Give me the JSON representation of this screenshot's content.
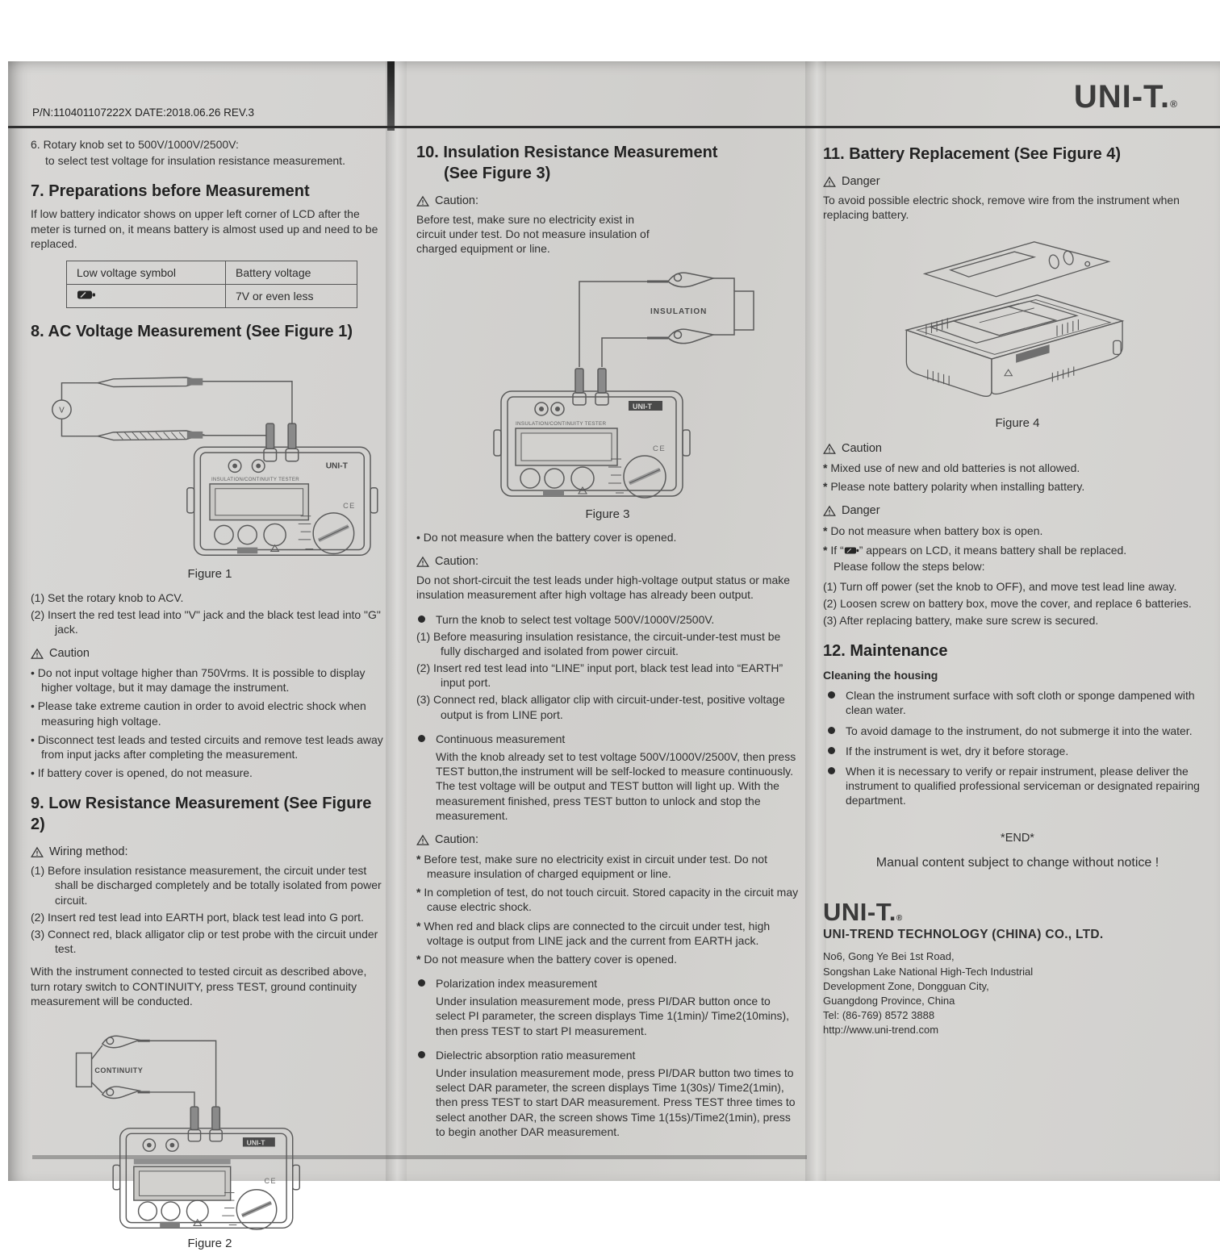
{
  "header": {
    "pn": "P/N:110401107222X  DATE:2018.06.26  REV.3",
    "brand": "UNI-T.",
    "reg": "®"
  },
  "fig": {
    "f1": "Figure 1",
    "f2": "Figure 2",
    "f3": "Figure 3",
    "f4": "Figure 4",
    "insulation_label": "INSULATION",
    "continuity_label": "CONTINUITY",
    "meter_title": "INSULATION/CONTINUITY TESTER",
    "meter_brand": "UNI-T",
    "ce_mark": "CE",
    "voltmeter_symbol": "V"
  },
  "c1": {
    "item6a": "6. Rotary knob set to 500V/1000V/2500V:",
    "item6b": "to select test voltage for insulation resistance measurement.",
    "h7": "7. Preparations before Measurement",
    "p7": "If low battery indicator shows on upper left corner of LCD after the meter is turned on, it means battery is almost used up and need to be replaced.",
    "tbl_h1": "Low voltage symbol",
    "tbl_h2": "Battery voltage",
    "tbl_v": "7V or even less",
    "h8": "8. AC Voltage Measurement (See Figure 1)",
    "steps8": [
      "(1) Set the rotary knob to ACV.",
      "(2) Insert the red test lead into \"V\" jack and the black test lead into \"G\" jack."
    ],
    "caut_t": "Caution",
    "caut": [
      "Do not input voltage higher than 750Vrms. It is possible to display higher voltage, but it may damage the instrument.",
      "Please take extreme caution in order to avoid electric shock when measuring high voltage.",
      "Disconnect test leads and tested circuits and remove test leads away from input jacks after completing the measurement.",
      "If battery cover is opened, do not measure."
    ],
    "h9": "9. Low Resistance Measurement (See Figure 2)",
    "wiring": "Wiring method:",
    "steps9": [
      "(1) Before insulation resistance measurement, the circuit under test shall be discharged completely and be totally isolated from power circuit.",
      "(2) Insert red test lead into EARTH port, black test lead into G port.",
      "(3) Connect red, black alligator clip or test probe with the circuit under test."
    ],
    "p9": "With the instrument connected to tested circuit as described above, turn rotary switch to CONTINUITY, press TEST, ground continuity measurement will be conducted."
  },
  "c2": {
    "h10a": "10. Insulation Resistance Measurement",
    "h10b": "(See Figure 3)",
    "caut1_t": "Caution:",
    "caut1": "Before test, make sure no electricity exist in circuit under test. Do not measure insulation of charged equipment or line.",
    "b_batt": "Do not measure when the battery cover is opened.",
    "caut2_t": "Caution:",
    "caut2": "Do not short-circuit the test leads under high-voltage output status or make insulation measurement after high voltage has already been output.",
    "big1": "Turn the knob to select test voltage 500V/1000V/2500V.",
    "steps10": [
      "(1) Before measuring insulation resistance, the circuit-under-test must be fully discharged and isolated from power circuit.",
      "(2) Insert red test lead into “LINE” input port, black test lead into “EARTH” input port.",
      "(3) Connect red, black alligator clip with circuit-under-test, positive voltage output is from LINE port."
    ],
    "big2": "Continuous measurement",
    "p_cont": "With the knob already set to test voltage 500V/1000V/2500V, then press TEST button,the instrument will be self-locked to measure continuously. The test voltage will be output and TEST button will light up. With the measurement finished, press TEST button to unlock and stop the measurement.",
    "caut3_t": "Caution:",
    "caut3": [
      "Before test, make sure no electricity exist in circuit under test. Do not measure insulation of charged equipment or line.",
      "In completion of test, do not touch circuit. Stored capacity in the circuit may cause electric shock.",
      "When red and black clips are connected to the circuit under test, high voltage is output from LINE jack and the current from EARTH jack.",
      "Do not measure when the battery cover is opened."
    ],
    "big3": "Polarization index measurement",
    "p_pi": "Under insulation measurement mode, press PI/DAR button once to select PI parameter, the screen displays Time 1(1min)/ Time2(10mins), then press TEST to start PI measurement.",
    "big4": "Dielectric absorption ratio measurement",
    "p_dar": "Under insulation measurement mode, press PI/DAR button two times to select DAR parameter, the screen displays Time 1(30s)/ Time2(1min), then press TEST to start DAR measurement. Press TEST three times to select another DAR,  the screen shows Time 1(15s)/Time2(1min), press to begin another DAR measurement."
  },
  "c3": {
    "h11": "11. Battery Replacement (See Figure 4)",
    "danger1_t": "Danger",
    "p_danger1": "To avoid possible electric shock, remove wire from the instrument when replacing battery.",
    "caut_t": "Caution",
    "caut": [
      "Mixed use of new and old batteries is not allowed.",
      "Please note battery polarity when installing battery."
    ],
    "danger2_t": "Danger",
    "d2a": "Do not measure when battery box is open.",
    "d2b_pre": "If “",
    "d2b_post": "” appears on LCD, it means battery shall be replaced.",
    "follow": "Please follow the steps below:",
    "steps11": [
      "(1) Turn off power (set the knob to OFF), and move test lead line away.",
      "(2) Loosen screw on battery box, move the cover, and replace 6 batteries.",
      "(3) After replacing battery, make sure screw is secured."
    ],
    "h12": "12. Maintenance",
    "sub12": "Cleaning the housing",
    "maint": [
      "Clean the instrument surface with soft cloth or sponge dampened with clean water.",
      "To avoid damage to the instrument, do not submerge it into the water.",
      "If the instrument is wet, dry it before storage.",
      "When it is necessary to verify or repair instrument, please deliver the instrument to qualified professional serviceman or designated repairing department."
    ],
    "endmark": "*END*",
    "notice": "Manual content subject to change without notice !",
    "logo": "UNI-T.",
    "reg": "®",
    "company": "UNI-TREND TECHNOLOGY (CHINA) CO., LTD.",
    "addr": [
      "No6, Gong Ye Bei 1st Road,",
      "Songshan Lake National High-Tech Industrial",
      "Development Zone, Dongguan City,",
      "Guangdong Province, China",
      "Tel:  (86-769) 8572 3888",
      "http://www.uni-trend.com"
    ]
  }
}
